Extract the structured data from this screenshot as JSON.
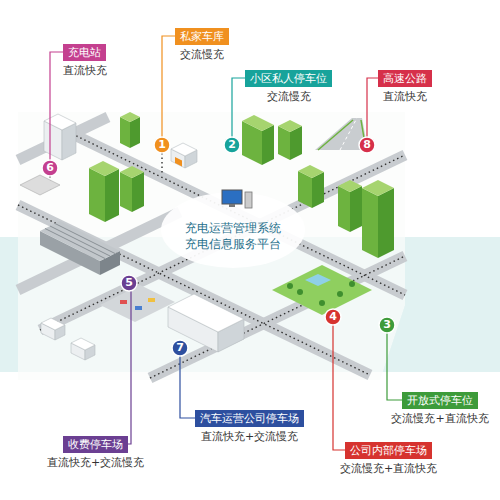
{
  "diagram": {
    "nodes": [
      {
        "text": [
          "私家车库",
          "交流慢充"
        ]
      },
      {
        "text": [
          "充电站",
          "直流快充"
        ]
      },
      {
        "text": [
          "小区私人停车位",
          "交流慢充"
        ]
      },
      {
        "text": [
          "高速公路",
          "直流快充"
        ]
      },
      {
        "text": [
          "开放式停车位",
          "交流慢充+直流快充"
        ]
      },
      {
        "text": [
          "汽车运营公司停车场",
          "直流快充+交流慢充"
        ]
      },
      {
        "text": [
          "收费停车场",
          "直流快充+交流慢充"
        ]
      },
      {
        "text": [
          "公司内部停车场",
          "交流慢充+直流快充"
        ]
      }
    ],
    "labels": [
      "1",
      "2",
      "8",
      "6",
      "充电运营管理系统 充电信息服务平台",
      "5",
      "4",
      "3",
      "7"
    ]
  }
}
